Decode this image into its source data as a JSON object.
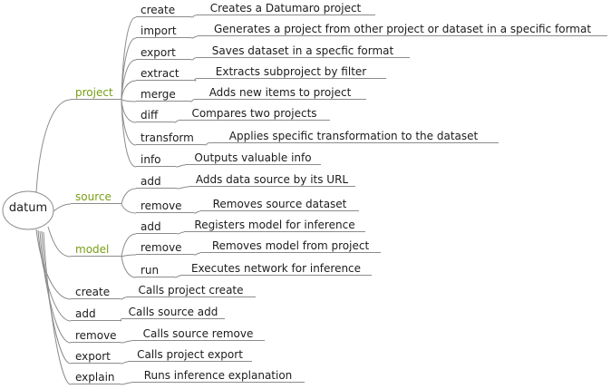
{
  "root": {
    "label": "datum"
  },
  "branches": [
    {
      "label": "project",
      "children": [
        {
          "label": "create",
          "desc": "Creates a Datumaro project"
        },
        {
          "label": "import",
          "desc": "Generates a project from other project or dataset in a specific format"
        },
        {
          "label": "export",
          "desc": "Saves dataset in a specfic format"
        },
        {
          "label": "extract",
          "desc": "Extracts subproject by filter"
        },
        {
          "label": "merge",
          "desc": "Adds new items to project"
        },
        {
          "label": "diff",
          "desc": "Compares two projects"
        },
        {
          "label": "transform",
          "desc": "Applies specific transformation to the dataset"
        },
        {
          "label": "info",
          "desc": "Outputs valuable info"
        }
      ]
    },
    {
      "label": "source",
      "children": [
        {
          "label": "add",
          "desc": "Adds data source by its URL"
        },
        {
          "label": "remove",
          "desc": "Removes source dataset"
        }
      ]
    },
    {
      "label": "model",
      "children": [
        {
          "label": "add",
          "desc": "Registers model for inference"
        },
        {
          "label": "remove",
          "desc": "Removes model from project"
        },
        {
          "label": "run",
          "desc": "Executes network for inference"
        }
      ]
    },
    {
      "label": "create",
      "desc": "Calls project create"
    },
    {
      "label": "add",
      "desc": "Calls source add"
    },
    {
      "label": "remove",
      "desc": "Calls source remove"
    },
    {
      "label": "export",
      "desc": "Calls project export"
    },
    {
      "label": "explain",
      "desc": "Runs inference explanation"
    }
  ],
  "colors": {
    "branch_label": "#789e14",
    "text": "#1c1c1c",
    "line": "#8c8c8c",
    "background": "#ffffff"
  }
}
